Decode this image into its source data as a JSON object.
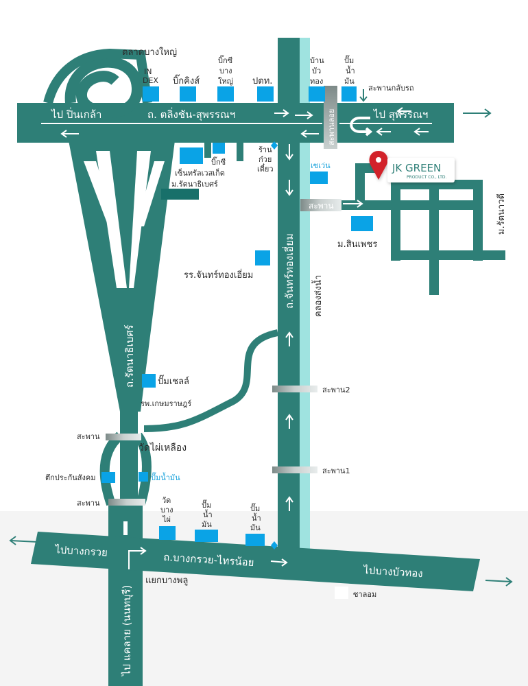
{
  "colors": {
    "road": "#2e7f77",
    "canal": "#9fe3e0",
    "poi": "#0aa3e6",
    "bridge": "#9aa5a3",
    "pin": "#d2232a",
    "background_bottom": "#f4f4f4"
  },
  "labels": {
    "market": "ตลาดบางใหญ่",
    "index": [
      "IN",
      "DEX"
    ],
    "bigking": "บิ๊กคิงส์",
    "bigc_bangyai": [
      "บิ๊กซี",
      "บาง",
      "ใหญ่"
    ],
    "ptt": "ปตท.",
    "bankbuatong": [
      "บ้าน",
      "บัว",
      "ทอง"
    ],
    "gas_top": [
      "ปั๊ม",
      "น้ำ",
      "มัน"
    ],
    "uturn_bridge": "สะพานกลับรถ",
    "to_pinklao": "ไป ปิ่นเกล้า",
    "tiwanon_rd": "ถ. ตลิ่งชัน-สุพรรณฯ",
    "to_suphan": "ไป สุพรรณฯ",
    "bridge_loi": "สะพานลอย",
    "noodle": [
      "ร้าน",
      "ก๋วย",
      "เตี๋ยว"
    ],
    "central": "เซ็นทรัลเวสเก็ต",
    "bigc": "บิ๊กซี",
    "mrattanathibet": "ม.รัตนาธิเบศร์",
    "seven": "เซเว่น",
    "bridge": "สะพาน",
    "msinpetch": "ม.สินเพชร",
    "mrattanawadi": "ม.รัตนาวดี",
    "school": "รร.จันทร์ทองเอี่ยม",
    "chantongiam_rd": "ถ.จันทร์ทองเอี่ยม",
    "canal": "คลองส่งน้ำ",
    "rattanathibet_rd": "ถ.รัตนาธิเบศร์",
    "shell": "ปั๊มเชลล์",
    "hospital": "รพ.เกษมราษฎร์",
    "watphailuang": "วัดไผ่เหลือง",
    "bridge1": "สะพาน1",
    "bridge2": "สะพาน2",
    "insurance": "ตึกประกันสังคม",
    "gas_mid": "ปั๊มน้ำมัน",
    "watbangphai": [
      "วัด",
      "บาง",
      "ไผ่"
    ],
    "gas_b1": [
      "ปั๊ม",
      "น้ำ",
      "มัน"
    ],
    "gas_b2": [
      "ปั๊ม",
      "น้ำ",
      "มัน"
    ],
    "to_bangkruai": "ไปบางกรวย",
    "bangkruai_sainoi_rd": "ถ.บางกรวย-ไทรน้อย",
    "to_bangbuatong": "ไปบางบัวทอง",
    "bangplu_junction": "แยกบางพลู",
    "salom": "ซาลอม",
    "to_khaelai": "ไป แคลาย (นนทบุรี)"
  },
  "logo": {
    "name": "JK GREEN",
    "subtitle": "PRODUCT CO., LTD."
  },
  "icons": [
    "location-pin-icon",
    "u-turn-icon",
    "direction-arrow-icon",
    "gas-pump-icon"
  ]
}
